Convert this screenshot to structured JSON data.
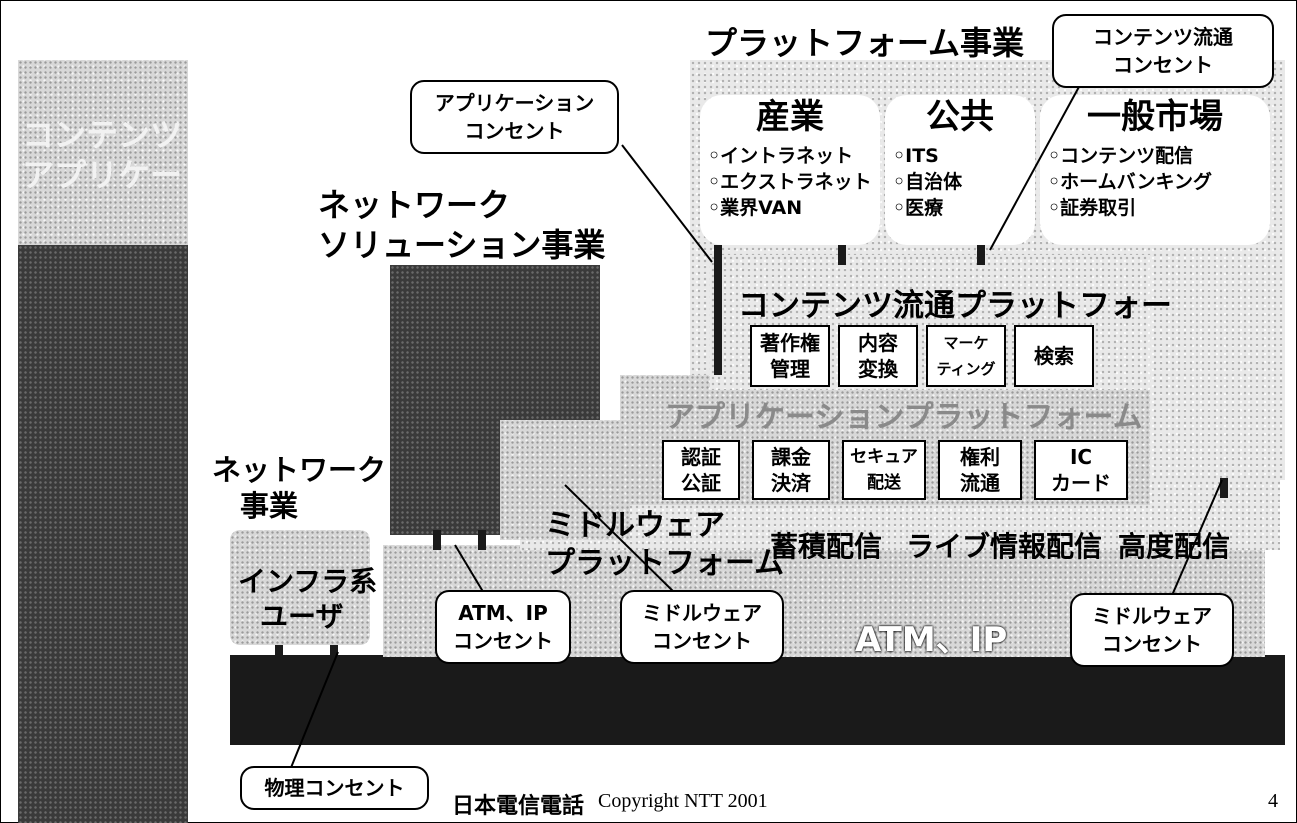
{
  "labels": {
    "platform_business": "プラットフォーム事業",
    "network_solution_line1": "ネットワーク",
    "network_solution_line2": "ソリューション事業",
    "network_business_line1": "ネットワーク",
    "network_business_line2": "事業",
    "infra_user_line1": "インフラ系",
    "infra_user_line2": "ユーザ",
    "contents_platform": "コンテンツ流通プラットフォー",
    "application_platform": "アプリケーションプラットフォーム",
    "middleware_platform_line1": "ミドルウェア",
    "middleware_platform_line2": "プラットフォーム",
    "delivery_stored": "蓄積配信",
    "delivery_live": "ライブ情報配信",
    "delivery_advanced": "高度配信",
    "atm_ip": "ATM、IP",
    "left_pillar_line1": "コンテンツ",
    "left_pillar_line2": "アプリケー"
  },
  "callouts": {
    "contents_outlet_line1": "コンテンツ流通",
    "contents_outlet_line2": "コンセント",
    "application_outlet_line1": "アプリケーション",
    "application_outlet_line2": "コンセント",
    "atm_ip_outlet_line1": "ATM、IP",
    "atm_ip_outlet_line2": "コンセント",
    "middleware_outlet1_line1": "ミドルウェア",
    "middleware_outlet1_line2": "コンセント",
    "middleware_outlet2_line1": "ミドルウェア",
    "middleware_outlet2_line2": "コンセント",
    "physical_outlet": "物理コンセント"
  },
  "markets": [
    {
      "title": "産業",
      "items": [
        "◦イントラネット",
        "◦エクストラネット",
        "◦業界VAN"
      ]
    },
    {
      "title": "公共",
      "items": [
        "◦ITS",
        "◦自治体",
        "◦医療"
      ]
    },
    {
      "title": "一般市場",
      "items": [
        "◦コンテンツ配信",
        "◦ホームバンキング",
        "◦証券取引"
      ]
    }
  ],
  "contents_functions": [
    {
      "line1": "著作権",
      "line2": "管理"
    },
    {
      "line1": "内容",
      "line2": "変換"
    },
    {
      "line1": "マーケ",
      "line2": "ティング"
    },
    {
      "line1": "検索",
      "line2": ""
    }
  ],
  "application_functions": [
    {
      "line1": "認証",
      "line2": "公証"
    },
    {
      "line1": "課金",
      "line2": "決済"
    },
    {
      "line1": "セキュア",
      "line2": "配送"
    },
    {
      "line1": "権利",
      "line2": "流通"
    },
    {
      "line1": "IC",
      "line2": "カード"
    }
  ],
  "footer": {
    "company": "日本電信電話",
    "copyright": "Copyright NTT 2001",
    "page_number": "4"
  }
}
